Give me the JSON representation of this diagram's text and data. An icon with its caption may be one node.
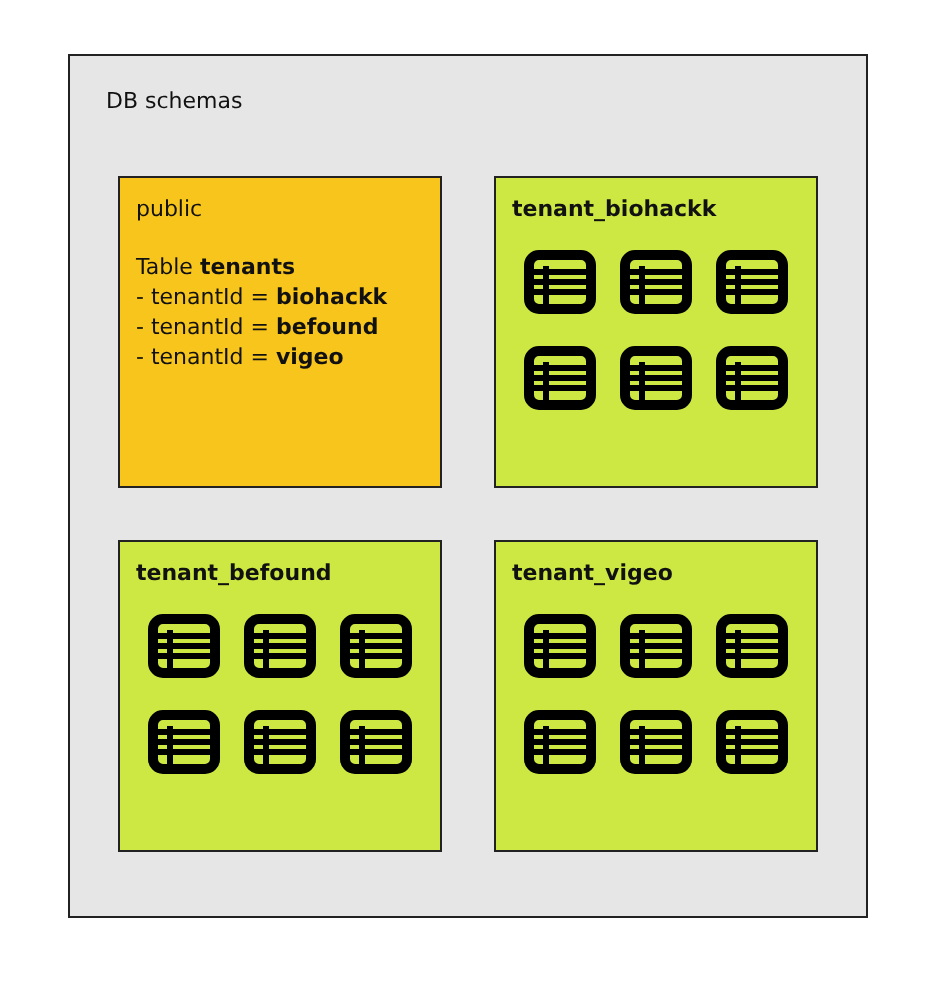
{
  "diagram": {
    "nodes": [
      {
        "text": [
          "DB schemas"
        ]
      },
      {
        "text": [
          "public",
          "Table **tenants**",
          "- tenantId = **biohackk**",
          "- tenantId = **befound**",
          "- tenantId = **vigeo**"
        ],
        "in": 0
      },
      {
        "text": [
          "tenant_biohackk"
        ],
        "in": 0
      },
      {
        "text": [
          "tenant_befound"
        ],
        "in": 0
      },
      {
        "text": [
          "tenant_vigeo"
        ],
        "in": 0
      }
    ]
  }
}
